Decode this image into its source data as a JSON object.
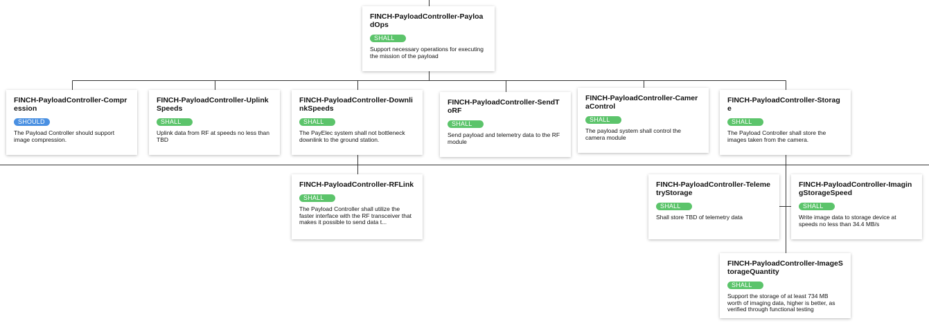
{
  "colors": {
    "shall_badge": "#5cc46b",
    "should_badge": "#4a90e2",
    "connector": "#333333",
    "card_bg": "#ffffff"
  },
  "nodes": [
    {
      "id": "payloadops",
      "title": "FINCH-PayloadController-PayloadOps",
      "level": "SHALL",
      "description": "Support necessary operations for executing the mission of the payload"
    },
    {
      "id": "compression",
      "title": "FINCH-PayloadController-Compression",
      "level": "SHOULD",
      "description": "The Payload Controller should support image compression."
    },
    {
      "id": "uplinkspeeds",
      "title": "FINCH-PayloadController-UplinkSpeeds",
      "level": "SHALL",
      "description": "Uplink data from RF at speeds no less than TBD"
    },
    {
      "id": "downlinkspeeds",
      "title": "FINCH-PayloadController-DownlinkSpeeds",
      "level": "SHALL",
      "description": "The PayElec system shall not bottleneck downlink to the ground station."
    },
    {
      "id": "sendtorf",
      "title": "FINCH-PayloadController-SendToRF",
      "level": "SHALL",
      "description": "Send payload and telemetry data to the RF module"
    },
    {
      "id": "cameracontrol",
      "title": "FINCH-PayloadController-CameraControl",
      "level": "SHALL",
      "description": "The payload system shall control the camera module"
    },
    {
      "id": "storage",
      "title": "FINCH-PayloadController-Storage",
      "level": "SHALL",
      "description": "The Payload Controller shall store the images taken from the camera."
    },
    {
      "id": "rflink",
      "title": "FINCH-PayloadController-RFLink",
      "level": "SHALL",
      "description": "The Payload Controller shall utilize the faster interface with the RF transceiver that makes it possible to send data t..."
    },
    {
      "id": "telemetrystorage",
      "title": "FINCH-PayloadController-TelemetryStorage",
      "level": "SHALL",
      "description": "Shall store TBD of telemetry data"
    },
    {
      "id": "imagingstoragespeed",
      "title": "FINCH-PayloadController-ImagingStorageSpeed",
      "level": "SHALL",
      "description": "Write image data to storage device at speeds no less than 34.4 MB/s"
    },
    {
      "id": "imagestoragequantity",
      "title": "FINCH-PayloadController-ImageStorageQuantity",
      "level": "SHALL",
      "description": "Support the storage of at least 734 MB worth of imaging data, higher is better, as verified through functional testing"
    }
  ],
  "edges": [
    [
      "payloadops",
      "compression"
    ],
    [
      "payloadops",
      "uplinkspeeds"
    ],
    [
      "payloadops",
      "downlinkspeeds"
    ],
    [
      "payloadops",
      "sendtorf"
    ],
    [
      "payloadops",
      "cameracontrol"
    ],
    [
      "payloadops",
      "storage"
    ],
    [
      "downlinkspeeds",
      "rflink"
    ],
    [
      "storage",
      "telemetrystorage"
    ],
    [
      "storage",
      "imagingstoragespeed"
    ],
    [
      "storage",
      "imagestoragequantity"
    ]
  ]
}
